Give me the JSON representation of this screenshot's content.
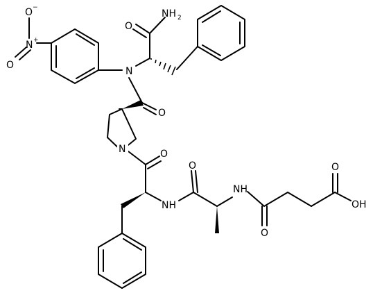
{
  "structure": {
    "atoms": {
      "n_nitroamide": "N",
      "nh2_amide": "NH",
      "nh2_sub": "2",
      "o_primary_amide": "O",
      "o_nitro_top": "O",
      "o_nitro_top_charge": "−",
      "n_nitro": "N",
      "n_nitro_charge": "+",
      "o_nitro_side": "O",
      "o_proline_carbonyl": "O",
      "n_pyrrolidine": "N",
      "o_phe_carbonyl": "O",
      "o_ala_carbonyl": "O",
      "nh_phe": "NH",
      "nh_ala": "NH",
      "o_succinyl_amide": "O",
      "o_acid_carbonyl": "O",
      "oh_acid": "OH"
    }
  }
}
